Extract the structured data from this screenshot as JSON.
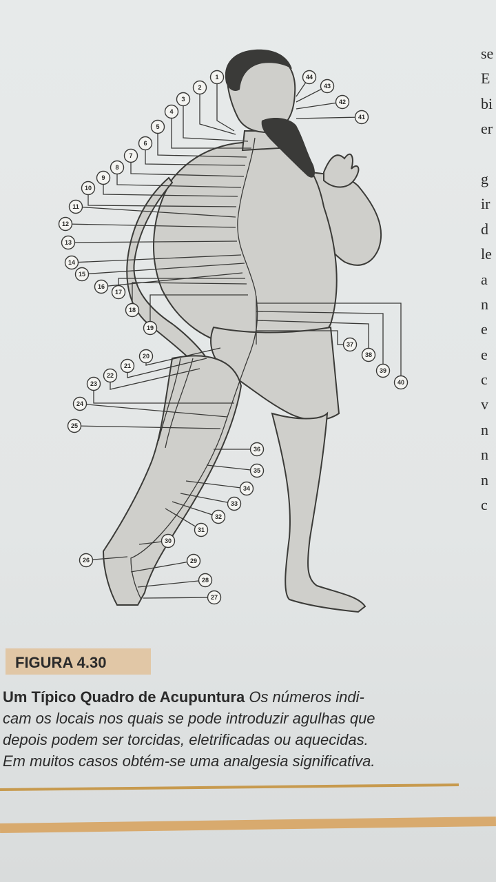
{
  "side_text": [
    "se",
    "E",
    "bi",
    "er",
    "",
    "g",
    "ir",
    "d",
    "le",
    "a",
    "n",
    "e",
    "e",
    "c",
    "v",
    "n",
    "n",
    "n",
    "c"
  ],
  "figure_label": "FIGURA 4.30",
  "caption": {
    "title": "Um Típico Quadro de Acupuntura",
    "lines": [
      "Os números indi-",
      "cam os locais nos quais se pode introduzir agulhas que",
      "depois podem ser torcidas, eletrificadas ou aquecidas.",
      "Em muitos casos obtém-se uma analgesia significativa."
    ]
  },
  "acupuncture_points": [
    "1",
    "2",
    "3",
    "4",
    "5",
    "6",
    "7",
    "8",
    "9",
    "10",
    "11",
    "12",
    "13",
    "14",
    "15",
    "16",
    "17",
    "18",
    "19",
    "20",
    "21",
    "22",
    "23",
    "24",
    "25",
    "26",
    "27",
    "28",
    "29",
    "30",
    "31",
    "32",
    "33",
    "34",
    "35",
    "36",
    "37",
    "38",
    "39",
    "40",
    "41",
    "42",
    "43",
    "44"
  ],
  "colors": {
    "rule": "#c79a4e",
    "label_bg": "#e1c7a6",
    "figure_fill": "#cfcfcb"
  }
}
